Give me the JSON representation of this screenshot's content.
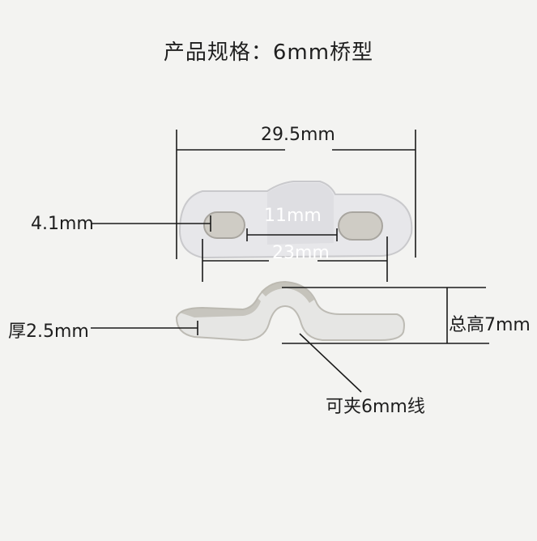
{
  "title": "产品规格：6mm桥型",
  "dimensions": {
    "overall_length": "29.5mm",
    "hole_width": "4.1mm",
    "bridge_width": "11mm",
    "hole_spacing": "23mm",
    "thickness": "厚2.5mm",
    "total_height": "总高7mm",
    "wire_capacity": "可夹6mm线"
  },
  "colors": {
    "background": "#f3f3f1",
    "part": "#e6e6e8",
    "part_shadow": "#b8b7b3",
    "line": "#1a1a1a"
  }
}
